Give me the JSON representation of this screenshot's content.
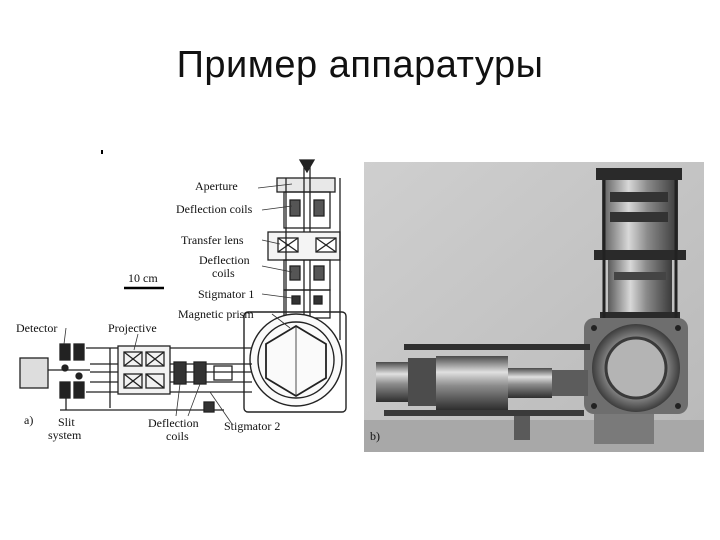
{
  "slide": {
    "title": "Пример аппаратуры"
  },
  "figure": {
    "panel_a_label": "a)",
    "panel_b_label": "b)",
    "scale_bar_label": "10 cm",
    "labels": {
      "aperture": "Aperture",
      "deflection_coils_top": "Deflection coils",
      "transfer_lens": "Transfer lens",
      "deflection_coils_mid_1": "Deflection",
      "deflection_coils_mid_2": "coils",
      "stigmator_1": "Stigmator 1",
      "magnetic_prism": "Magnetic prism",
      "detector": "Detector",
      "projective": "Projective",
      "slit_system_1": "Slit",
      "slit_system_2": "system",
      "deflection_coils_bottom_1": "Deflection",
      "deflection_coils_bottom_2": "coils",
      "stigmator_2": "Stigmator 2"
    }
  }
}
